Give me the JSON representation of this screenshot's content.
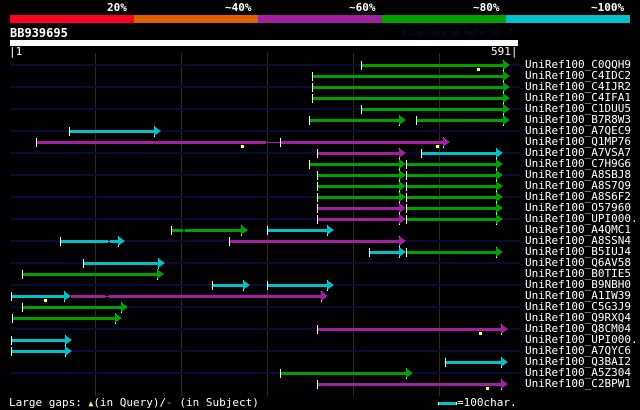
{
  "score_legend": {
    "labels": [
      "20%",
      "~40%",
      "~60%",
      "~80%",
      "~100%"
    ],
    "colors": [
      "#ff0022",
      "#e06000",
      "#a020a0",
      "#00a000",
      "#00c0c8"
    ]
  },
  "query": {
    "name": "BB939695",
    "start": "1",
    "end": "591",
    "length": 591
  },
  "watermark": "AlignView.pm Beta rel.7",
  "grid_every": 100,
  "background_line_color": "#0a0a38",
  "gap_marker_color": "#ffff60",
  "rows": [
    {
      "label": "UniRef100_C0QQH9",
      "bg": true,
      "segs": [
        {
          "s": 410,
          "e": 583,
          "c": 3
        }
      ],
      "gaps": [
        546
      ]
    },
    {
      "label": "UniRef100_C4IDC2",
      "bg": false,
      "segs": [
        {
          "s": 352,
          "e": 583,
          "c": 3
        }
      ]
    },
    {
      "label": "UniRef100_C4IJR2",
      "bg": true,
      "segs": [
        {
          "s": 352,
          "e": 583,
          "c": 3
        }
      ]
    },
    {
      "label": "UniRef100_C4IFA1",
      "bg": false,
      "segs": [
        {
          "s": 352,
          "e": 583,
          "c": 3
        }
      ]
    },
    {
      "label": "UniRef100_C1DUU5",
      "bg": true,
      "segs": [
        {
          "s": 410,
          "e": 583,
          "c": 3
        }
      ]
    },
    {
      "label": "UniRef100_B7R8W3",
      "bg": false,
      "segs": [
        {
          "s": 349,
          "e": 462,
          "c": 3
        },
        {
          "s": 473,
          "e": 583,
          "c": 3
        }
      ]
    },
    {
      "label": "UniRef100_A7QEC9",
      "bg": true,
      "segs": [
        {
          "s": 70,
          "e": 177,
          "c": 4
        }
      ]
    },
    {
      "label": "UniRef100_Q1MP76",
      "bg": false,
      "segs": [
        {
          "s": 31,
          "e": 299,
          "c": 2,
          "noarrow": true,
          "thin_to": 315
        },
        {
          "s": 315,
          "e": 513,
          "c": 2
        }
      ],
      "gaps": [
        271,
        498
      ]
    },
    {
      "label": "UniRef100_A7VSA7",
      "bg": true,
      "segs": [
        {
          "s": 358,
          "e": 462,
          "c": 2
        },
        {
          "s": 479,
          "e": 575,
          "c": 4
        }
      ]
    },
    {
      "label": "UniRef100_C7H9G6",
      "bg": false,
      "segs": [
        {
          "s": 349,
          "e": 462,
          "c": 3
        },
        {
          "s": 462,
          "e": 575,
          "c": 3
        }
      ]
    },
    {
      "label": "UniRef100_A8SBJ8",
      "bg": true,
      "segs": [
        {
          "s": 358,
          "e": 462,
          "c": 3
        },
        {
          "s": 462,
          "e": 575,
          "c": 3
        }
      ]
    },
    {
      "label": "UniRef100_A8S7Q9",
      "bg": false,
      "segs": [
        {
          "s": 358,
          "e": 462,
          "c": 3
        },
        {
          "s": 462,
          "e": 575,
          "c": 3
        }
      ]
    },
    {
      "label": "UniRef100_A8S6F2",
      "bg": true,
      "segs": [
        {
          "s": 358,
          "e": 462,
          "c": 3
        },
        {
          "s": 462,
          "e": 575,
          "c": 3
        }
      ]
    },
    {
      "label": "UniRef100_O57960",
      "bg": false,
      "segs": [
        {
          "s": 358,
          "e": 462,
          "c": 2
        },
        {
          "s": 462,
          "e": 575,
          "c": 3
        }
      ]
    },
    {
      "label": "UniRef100_UPI000..",
      "bg": true,
      "segs": [
        {
          "s": 358,
          "e": 462,
          "c": 2
        },
        {
          "s": 462,
          "e": 575,
          "c": 3
        }
      ]
    },
    {
      "label": "UniRef100_A4QMC1",
      "bg": false,
      "segs": [
        {
          "s": 188,
          "e": 202,
          "c": 3,
          "noarrow": true,
          "thin_to": 205
        },
        {
          "s": 205,
          "e": 278,
          "c": 3,
          "notick": true
        },
        {
          "s": 300,
          "e": 378,
          "c": 4
        }
      ]
    },
    {
      "label": "UniRef100_A8SSN4",
      "bg": true,
      "segs": [
        {
          "s": 59,
          "e": 115,
          "c": 4,
          "noarrow": true,
          "thin_to": 117
        },
        {
          "s": 117,
          "e": 135,
          "c": 4,
          "notick": true
        },
        {
          "s": 256,
          "e": 462,
          "c": 2
        }
      ]
    },
    {
      "label": "UniRef100_B5IUJ4",
      "bg": false,
      "segs": [
        {
          "s": 419,
          "e": 462,
          "c": 4
        },
        {
          "s": 462,
          "e": 575,
          "c": 3
        }
      ]
    },
    {
      "label": "UniRef100_Q6AV58",
      "bg": true,
      "segs": [
        {
          "s": 86,
          "e": 181,
          "c": 4
        }
      ]
    },
    {
      "label": "UniRef100_B0TIE5",
      "bg": false,
      "segs": [
        {
          "s": 15,
          "e": 180,
          "c": 3
        }
      ]
    },
    {
      "label": "UniRef100_B9NBH0",
      "bg": true,
      "segs": [
        {
          "s": 236,
          "e": 280,
          "c": 4
        },
        {
          "s": 300,
          "e": 378,
          "c": 4
        }
      ]
    },
    {
      "label": "UniRef100_A1IW39",
      "bg": false,
      "segs": [
        {
          "s": 2,
          "e": 72,
          "c": 4
        },
        {
          "s": 72,
          "e": 112,
          "c": 2,
          "noarrow": true,
          "notick": true,
          "thin_to": 116
        },
        {
          "s": 116,
          "e": 371,
          "c": 2,
          "notick": true
        }
      ],
      "gaps": [
        42
      ]
    },
    {
      "label": "UniRef100_C5G3J9",
      "bg": true,
      "segs": [
        {
          "s": 15,
          "e": 138,
          "c": 3
        }
      ]
    },
    {
      "label": "UniRef100_Q9RXQ4",
      "bg": false,
      "segs": [
        {
          "s": 3,
          "e": 131,
          "c": 3
        }
      ]
    },
    {
      "label": "UniRef100_Q8CM04",
      "bg": true,
      "segs": [
        {
          "s": 358,
          "e": 581,
          "c": 2
        }
      ],
      "gaps": [
        548
      ]
    },
    {
      "label": "UniRef100_UPI000..",
      "bg": false,
      "segs": [
        {
          "s": 2,
          "e": 73,
          "c": 4
        }
      ]
    },
    {
      "label": "UniRef100_A7QYC6",
      "bg": true,
      "segs": [
        {
          "s": 2,
          "e": 73,
          "c": 4
        }
      ]
    },
    {
      "label": "UniRef100_Q3BAI2",
      "bg": false,
      "segs": [
        {
          "s": 507,
          "e": 581,
          "c": 4
        }
      ]
    },
    {
      "label": "UniRef100_A5Z304",
      "bg": true,
      "segs": [
        {
          "s": 315,
          "e": 470,
          "c": 3
        }
      ]
    },
    {
      "label": "UniRef100_C2BPW1",
      "bg": false,
      "segs": [
        {
          "s": 358,
          "e": 581,
          "c": 2
        }
      ],
      "gaps": [
        556
      ]
    }
  ],
  "footer": {
    "large_gaps_label": "Large gaps:",
    "query_gap_text": "(in Query)/",
    "subject_gap_symbol": "-",
    "subject_gap_text": " (in Subject)",
    "query_gap_symbol": "▲",
    "scale_text": "=100char."
  }
}
